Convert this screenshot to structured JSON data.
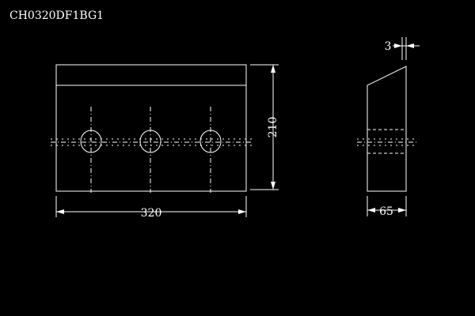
{
  "drawing": {
    "part_number": "CH0320DF1BG1",
    "dimensions": {
      "length": "320",
      "height": "210",
      "thickness": "65",
      "bevel": "3"
    },
    "colors": {
      "background": "#000000",
      "stroke": "#ffffff"
    }
  }
}
